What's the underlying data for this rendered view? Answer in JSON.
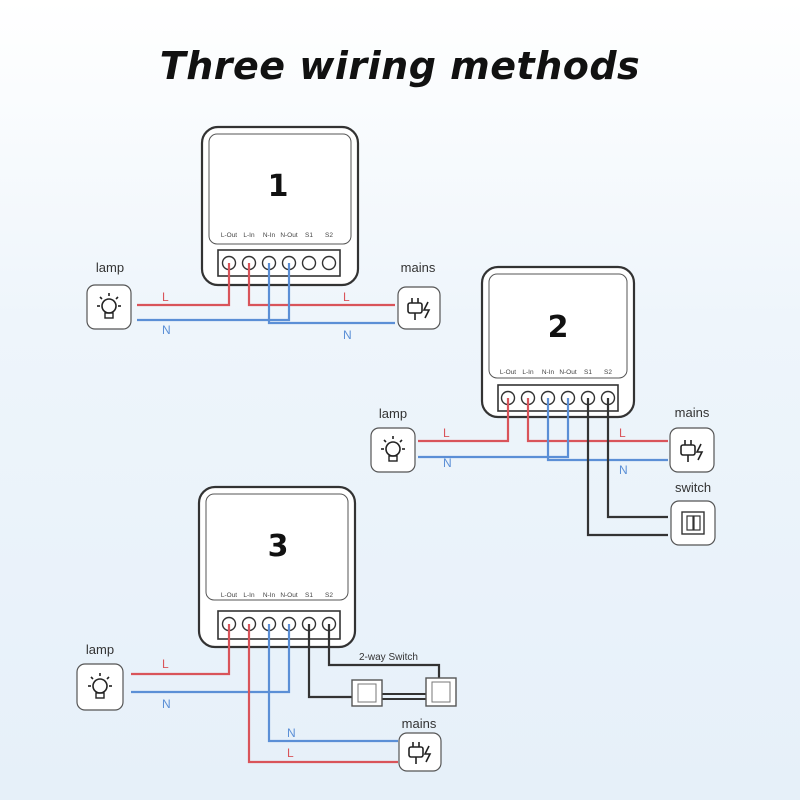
{
  "title": "Three wiring methods",
  "colors": {
    "live": "#d9545a",
    "neutral": "#5b8fd6",
    "switch": "#333333",
    "outline": "#444444"
  },
  "terminals": [
    "L-Out",
    "L-In",
    "N-In",
    "N-Out",
    "S1",
    "S2"
  ],
  "modules": [
    {
      "number": "1",
      "lamp_label": "lamp",
      "mains_label": "mains",
      "L": "L",
      "N": "N"
    },
    {
      "number": "2",
      "lamp_label": "lamp",
      "mains_label": "mains",
      "switch_label": "switch",
      "L": "L",
      "N": "N"
    },
    {
      "number": "3",
      "lamp_label": "lamp",
      "mains_label": "mains",
      "switch_label": "2-way Switch",
      "L": "L",
      "N": "N"
    }
  ],
  "icons": [
    "lightbulb-icon",
    "plug-icon",
    "wall-switch-icon"
  ]
}
